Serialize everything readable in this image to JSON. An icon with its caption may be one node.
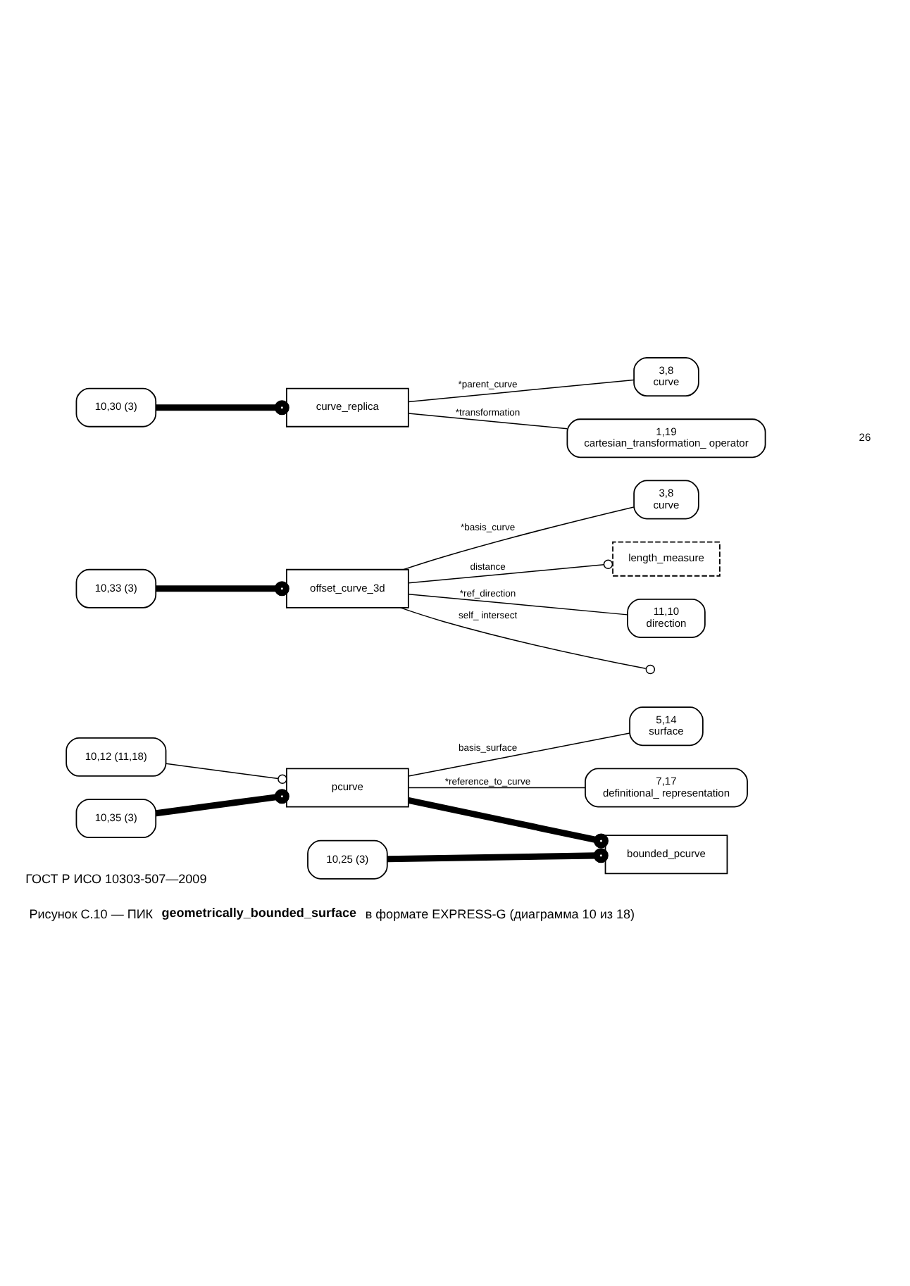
{
  "diagram": {
    "title": "ГОСТ Р ИСО 10303-507—2009",
    "caption": "Рисунок С.10 — ПИК **geometrically_bounded_surface** в формате EXPRESS-G (диаграмма 10 из 18)",
    "nodes": [
      {
        "text": [
          "10,12 (11,18)"
        ]
      },
      {
        "text": [
          "10,35 (3)"
        ]
      },
      {
        "text": [
          "pcurve"
        ]
      },
      {
        "text": [
          "5,14",
          "surface"
        ]
      },
      {
        "text": [
          "7,17",
          "definitional_ representation"
        ]
      },
      {
        "text": [
          "10,25 (3)"
        ]
      },
      {
        "text": [
          "bounded_pcurve"
        ]
      },
      {
        "text": [
          "10,33 (3)"
        ]
      },
      {
        "text": [
          "offset_curve_3d"
        ]
      },
      {
        "text": [
          "3,8",
          "curve"
        ]
      },
      {
        "text": [
          "length_measure"
        ]
      },
      {
        "text": [
          "11,10",
          "direction"
        ]
      },
      {
        "text": [
          "10,30 (3)"
        ]
      },
      {
        "text": [
          "curve_replica"
        ]
      },
      {
        "text": [
          "3,8",
          "curve"
        ]
      },
      {
        "text": [
          "1,19",
          "cartesian_transformation_ operator"
        ]
      }
    ],
    "edges": [
      {
        "from": 0,
        "to": 2,
        "arrow": "other"
      },
      {
        "from": 1,
        "to": 2,
        "arrow": "other",
        "style": "thick"
      },
      {
        "from": 2,
        "to": 3,
        "arrow": "none",
        "label": "basis_surface"
      },
      {
        "from": 2,
        "to": 4,
        "arrow": "none",
        "label": "*reference_to_curve"
      },
      {
        "from": 5,
        "to": 6,
        "arrow": "other",
        "style": "thick"
      },
      {
        "from": 2,
        "to": 6,
        "arrow": "other",
        "style": "thick"
      },
      {
        "from": 7,
        "to": 8,
        "arrow": "other",
        "style": "thick"
      },
      {
        "from": 8,
        "to": 9,
        "arrow": "none",
        "label": "*basis_curve"
      },
      {
        "from": 8,
        "to": 10,
        "arrow": "other",
        "label": "distance"
      },
      {
        "from": 8,
        "to": null,
        "arrow": "other",
        "label": "self_ intersect"
      },
      {
        "from": 8,
        "to": 11,
        "arrow": "none",
        "label": "*ref_direction"
      },
      {
        "from": 12,
        "to": 13,
        "arrow": "other",
        "style": "thick"
      },
      {
        "from": 13,
        "to": 14,
        "arrow": "none",
        "label": "*parent_curve"
      },
      {
        "from": 13,
        "to": 15,
        "arrow": "none",
        "label": "*transformation"
      }
    ],
    "labels": [
      "26"
    ]
  }
}
